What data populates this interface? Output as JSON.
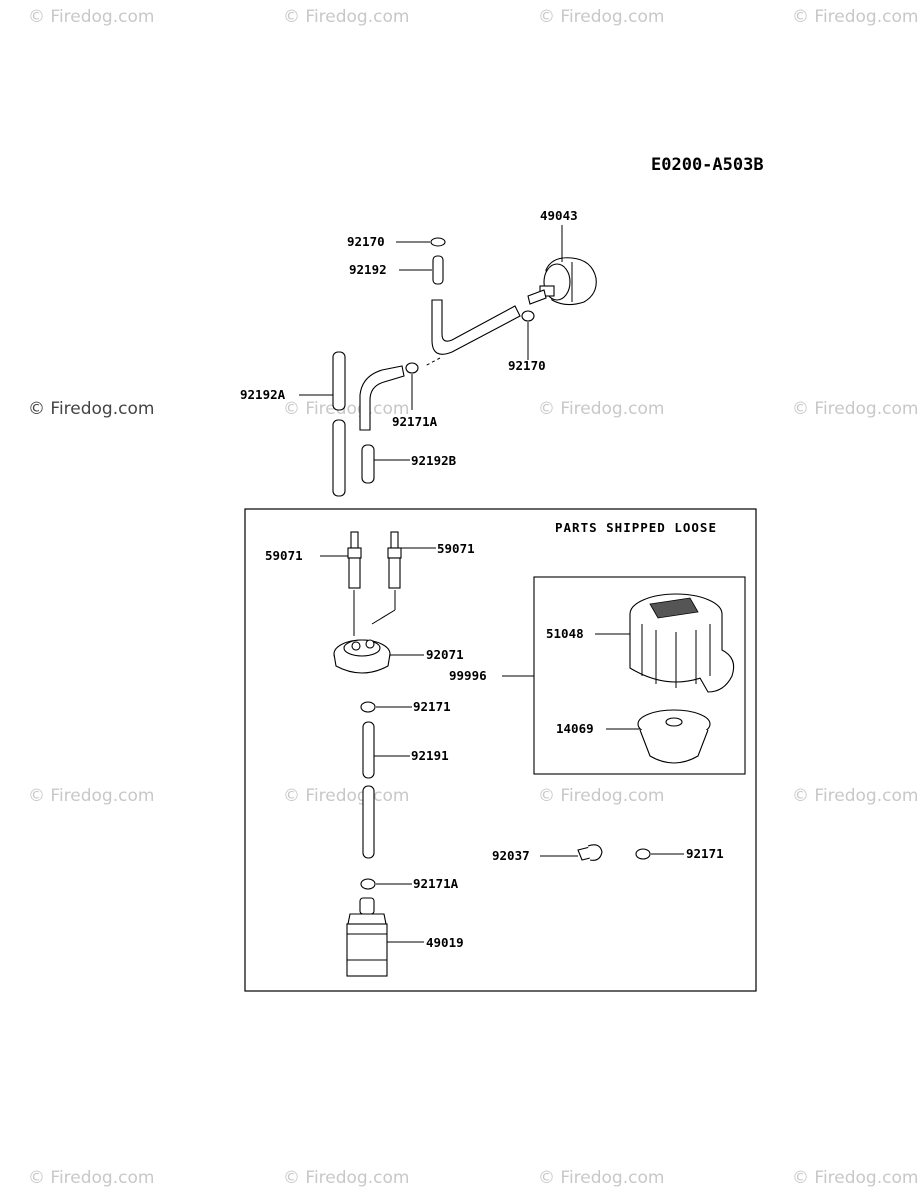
{
  "diagram_code": "E0200-A503B",
  "watermark": "© Firedog.com",
  "box_heading": "PARTS SHIPPED LOOSE",
  "parts": {
    "p49043": "49043",
    "p92170_top": "92170",
    "p92192": "92192",
    "p92170_bottom": "92170",
    "p92192A": "92192A",
    "p92171A_upper": "92171A",
    "p92192B": "92192B",
    "p59071_left": "59071",
    "p59071_right": "59071",
    "p92071": "92071",
    "p92171_left": "92171",
    "p92191": "92191",
    "p92171A_lower": "92171A",
    "p49019": "49019",
    "p51048": "51048",
    "p99996": "99996",
    "p14069": "14069",
    "p92037": "92037",
    "p92171_right": "92171"
  }
}
